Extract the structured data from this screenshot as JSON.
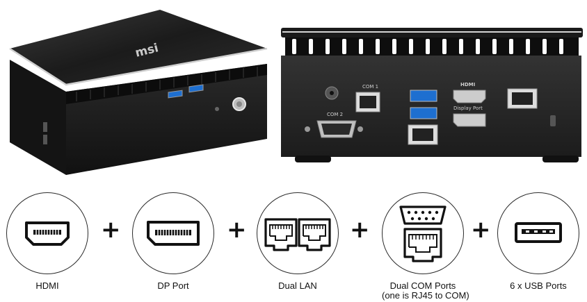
{
  "product": {
    "brand_logo": "msi",
    "rear_labels": {
      "com1": "COM 1",
      "com2": "COM 2",
      "hdmi": "HDMI",
      "display_port": "Display Port"
    }
  },
  "features": [
    {
      "id": "hdmi",
      "label": "HDMI",
      "icon": "hdmi-port-icon"
    },
    {
      "id": "dp",
      "label": "DP Port",
      "icon": "displayport-icon"
    },
    {
      "id": "lan",
      "label": "Dual LAN",
      "icon": "dual-rj45-icon"
    },
    {
      "id": "com",
      "label_line1": "Dual COM Ports",
      "label_line2": "(one is RJ45 to COM)",
      "icon": "serial-rj45-icon"
    },
    {
      "id": "usb",
      "label": "6 x USB Ports",
      "icon": "usb-port-icon"
    }
  ],
  "separator": "+",
  "colors": {
    "usb_blue": "#1e6fd0",
    "body_black": "#1a1a1a",
    "rear_panel": "#2b2b2b"
  }
}
